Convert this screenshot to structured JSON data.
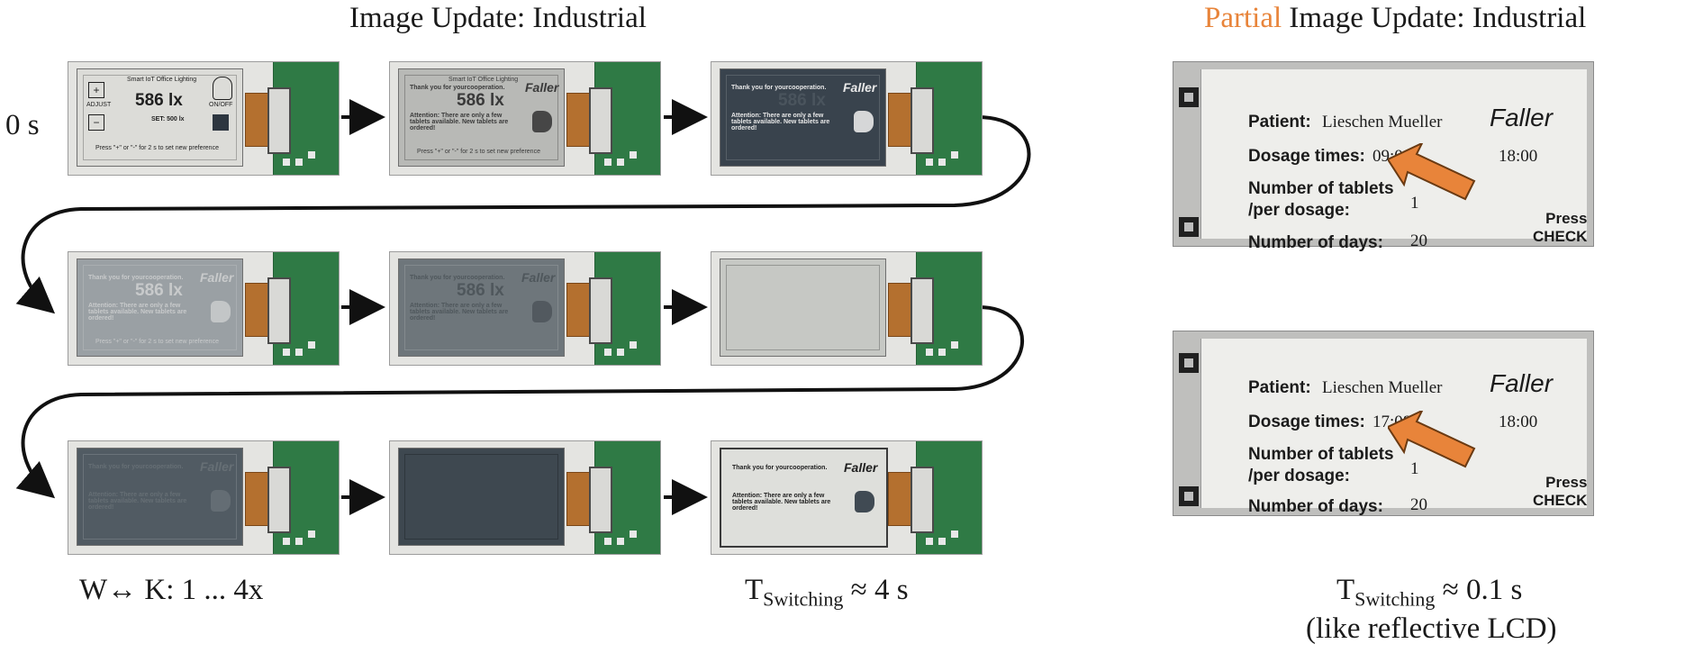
{
  "left": {
    "title": "Image Update: Industrial",
    "time_label": "0 s",
    "caption_cycles": "W↔ K: 1 ... 4x",
    "caption_switching_prefix": "T",
    "caption_switching_sub": "Switching",
    "caption_switching_value": "≈ 4 s",
    "screens": {
      "smart_title": "Smart IoT Office Lighting",
      "lux": "586 lx",
      "adjust": "ADJUST",
      "onoff": "ON/OFF",
      "set": "SET: 500 lx",
      "hint": "Press \"+\" or \"-\" for 2 s to set new preference",
      "thanks": "Thank you for yourcooperation.",
      "brand": "Faller",
      "attention": "Attention: There are only a few tablets available. New tablets are ordered!",
      "plus": "+",
      "minus": "−"
    }
  },
  "right": {
    "title_accent": "Partial",
    "title_rest": " Image Update: Industrial",
    "caption_prefix": "T",
    "caption_sub": "Switching",
    "caption_value": "≈ 0.1 s",
    "caption_note": "(like reflective LCD)",
    "accent_color": "#e8843a",
    "displays": [
      {
        "patient_label": "Patient:",
        "patient_value": "Lieschen Mueller",
        "brand": "Faller",
        "dosage_label": "Dosage times:",
        "dosage_value": "09:00",
        "dosage_value2": "18:00",
        "tablets_label_1": "Number of tablets",
        "tablets_label_2": "/per dosage:",
        "tablets_value": "1",
        "days_label": "Number of days:",
        "days_value": "20",
        "press_1": "Press",
        "press_2": "CHECK"
      },
      {
        "patient_label": "Patient:",
        "patient_value": "Lieschen Mueller",
        "brand": "Faller",
        "dosage_label": "Dosage times:",
        "dosage_value": "17:08",
        "dosage_value2": "18:00",
        "tablets_label_1": "Number of tablets",
        "tablets_label_2": "/per dosage:",
        "tablets_value": "1",
        "days_label": "Number of days:",
        "days_value": "20",
        "press_1": "Press",
        "press_2": "CHECK"
      }
    ]
  }
}
